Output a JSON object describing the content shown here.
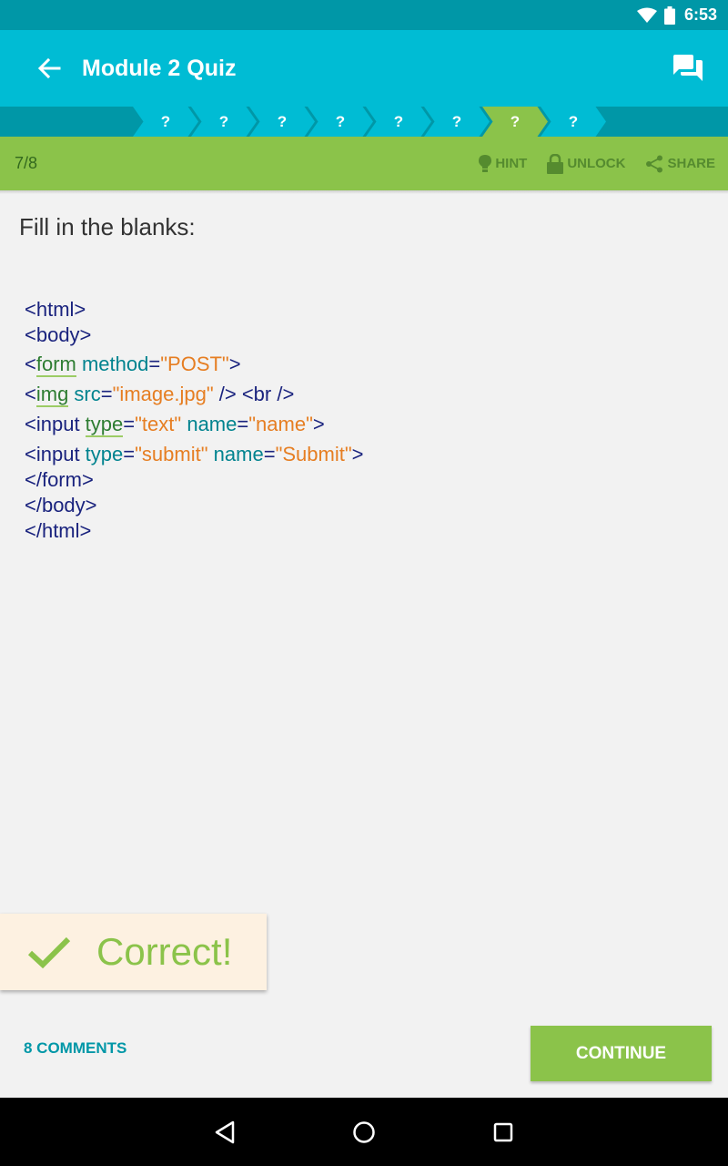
{
  "status_bar": {
    "time": "6:53",
    "icons": [
      "wifi-icon",
      "battery-icon"
    ]
  },
  "app_bar": {
    "title": "Module 2 Quiz",
    "back_icon": "arrow-left-icon",
    "chat_icon": "chat-icon"
  },
  "progress": {
    "items": [
      "?",
      "?",
      "?",
      "?",
      "?",
      "?",
      "?",
      "?"
    ],
    "current_index": 6,
    "colors": {
      "strip": "#0097a7",
      "item": "#00bcd4",
      "current": "#8bc34a"
    }
  },
  "subbar": {
    "counter": "7/8",
    "hint": "HINT",
    "unlock": "UNLOCK",
    "share": "SHARE"
  },
  "question": {
    "prompt": "Fill in the blanks:"
  },
  "code": {
    "l1": "<html>",
    "l2": "<body>",
    "l3": {
      "a": "<",
      "blank": "form",
      "b": " method",
      "c": "=",
      "d": "\"POST\"",
      "e": ">"
    },
    "l4": {
      "a": "<",
      "blank": "img",
      "b": " src",
      "c": "=",
      "d": "\"image.jpg\"",
      "e": " /> <br />"
    },
    "l5": {
      "a": "<input ",
      "blank": "type",
      "b": "=",
      "c": "\"text\"",
      "d": " name",
      "e": "=",
      "f": "\"name\"",
      "g": ">"
    },
    "l6": {
      "a": "<input ",
      "b": "type",
      "c": "=",
      "d": "\"submit\"",
      "e": " name",
      "f": "=",
      "g": "\"Submit\"",
      "h": ">"
    },
    "l7": "</form>",
    "l8": "</body>",
    "l9": "</html>"
  },
  "feedback": {
    "message": "Correct!",
    "icon": "checkmark-icon",
    "color": "#8bc34a"
  },
  "footer": {
    "comments_label": "8 COMMENTS",
    "continue_label": "CONTINUE"
  },
  "nav_bar": {
    "icons": [
      "back-triangle-icon",
      "home-circle-icon",
      "recents-square-icon"
    ]
  }
}
